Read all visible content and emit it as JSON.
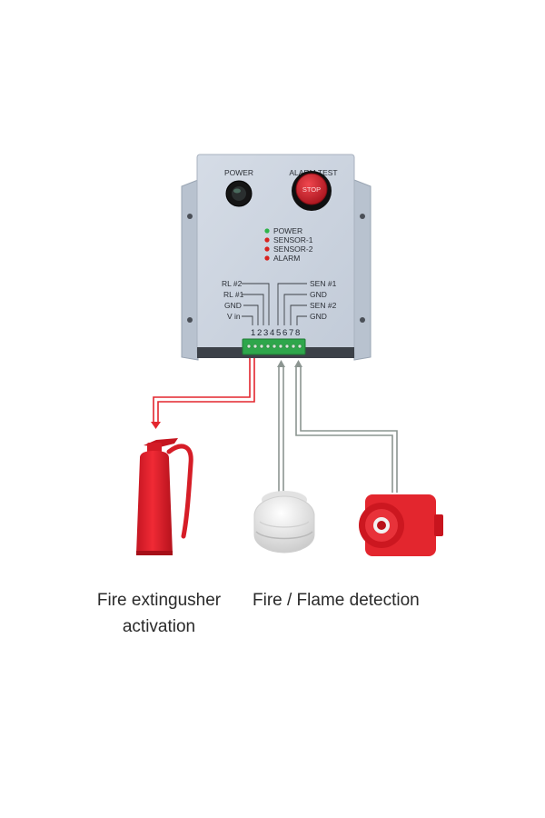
{
  "device": {
    "knob_labels": {
      "power": "POWER",
      "test": "ALARM TEST",
      "stop": "STOP"
    },
    "leds": [
      {
        "label": "POWER",
        "color": "#2fb34a"
      },
      {
        "label": "SENSOR-1",
        "color": "#d8221f"
      },
      {
        "label": "SENSOR-2",
        "color": "#d8221f"
      },
      {
        "label": "ALARM",
        "color": "#d8221f"
      }
    ],
    "left_terminal_labels": [
      "RL #2",
      "RL #1",
      "GND",
      "V in"
    ],
    "right_terminal_labels": [
      "SEN #1",
      "GND",
      "SEN #2",
      "GND"
    ],
    "terminal_numbers": [
      "1",
      "2",
      "3",
      "4",
      "5",
      "6",
      "7",
      "8"
    ],
    "colors": {
      "panel": "#c9d2df",
      "terminal_block": "#2ea64b",
      "stop_button": "#d71f2b"
    }
  },
  "wiring_colors": {
    "relay_output": "#e3262e",
    "sensor_input": "#8c9591"
  },
  "icons": {
    "extinguisher": "fire-extinguisher-icon",
    "smoke_detector": "smoke-detector-icon",
    "flame_detector": "flame-detector-icon"
  },
  "captions": {
    "left_line1": "Fire extingusher",
    "left_line2": "activation",
    "right": "Fire / Flame detection"
  }
}
